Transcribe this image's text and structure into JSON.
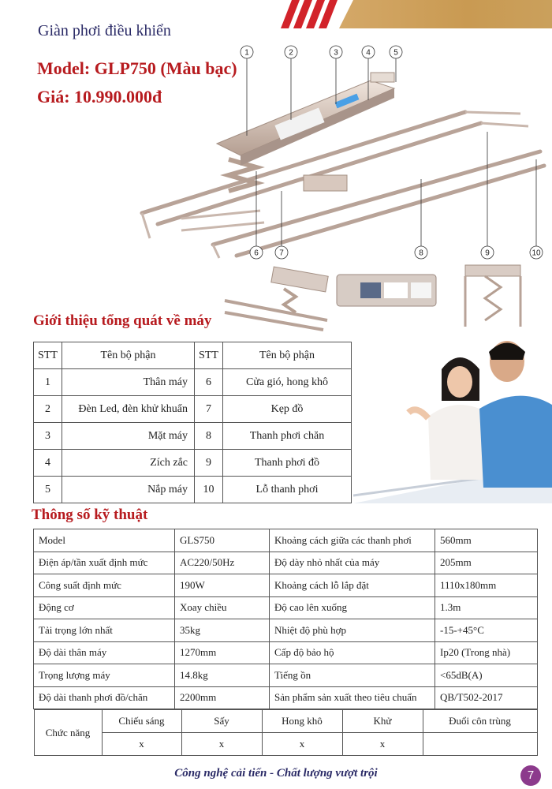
{
  "header": {
    "title": "Giàn phơi điều khiển",
    "model": "Model: GLP750 (Màu bạc)",
    "price": "Giá: 10.990.000đ"
  },
  "callouts": [
    "1",
    "2",
    "3",
    "4",
    "5",
    "6",
    "7",
    "8",
    "9",
    "10"
  ],
  "section_parts": {
    "heading": "Giới thiệu tổng quát về máy"
  },
  "parts_table": {
    "headers": [
      "STT",
      "Tên bộ phận",
      "STT",
      "Tên bộ phận"
    ],
    "rows": [
      [
        "1",
        "Thân máy",
        "6",
        "Cửa gió, hong khô"
      ],
      [
        "2",
        "Đèn Led, đèn khử khuẩn",
        "7",
        "Kẹp đồ"
      ],
      [
        "3",
        "Mặt máy",
        "8",
        "Thanh phơi chăn"
      ],
      [
        "4",
        "Zích zắc",
        "9",
        "Thanh phơi đồ"
      ],
      [
        "5",
        "Nắp máy",
        "10",
        "Lỗ thanh phơi"
      ]
    ]
  },
  "section_specs": {
    "heading": "Thông số kỹ thuật"
  },
  "specs_table": {
    "rows": [
      [
        "Model",
        "GLS750",
        "Khoảng cách giữa các thanh phơi",
        "560mm"
      ],
      [
        "Điện áp/tần xuất định mức",
        "AC220/50Hz",
        "Độ dày nhỏ nhất của máy",
        "205mm"
      ],
      [
        "Công suất định mức",
        "190W",
        "Khoảng cách lỗ lắp đặt",
        "1110x180mm"
      ],
      [
        "Động cơ",
        "Xoay chiều",
        "Độ cao lên xuống",
        "1.3m"
      ],
      [
        "Tải trọng lớn nhất",
        "35kg",
        "Nhiệt độ phù hợp",
        "-15-+45°C"
      ],
      [
        "Độ dài thân máy",
        "1270mm",
        "Cấp độ bảo hộ",
        "Ip20 (Trong nhà)"
      ],
      [
        "Trọng lượng máy",
        "14.8kg",
        "Tiếng ồn",
        "<65dB(A)"
      ],
      [
        "Độ dài thanh phơi đồ/chăn",
        "2200mm",
        "Sản phẩm sản xuất theo tiêu chuẩn",
        "QB/T502-2017"
      ]
    ],
    "function_label": "Chức năng",
    "functions": [
      "Chiếu sáng",
      "Sấy",
      "Hong khô",
      "Khử",
      "Đuổi côn trùng"
    ],
    "function_marks": [
      "x",
      "x",
      "x",
      "x",
      ""
    ]
  },
  "footer": {
    "slogan": "Công nghệ cải tiến - Chất lượng vượt trội",
    "page": "7"
  },
  "colors": {
    "accent_red": "#b71b1f",
    "navy": "#2a2a66",
    "gold": "#c99a52",
    "page_badge": "#8c3a8c"
  }
}
